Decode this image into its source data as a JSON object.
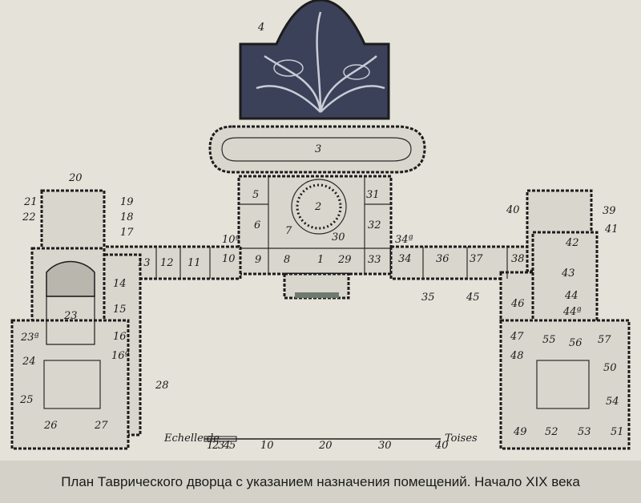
{
  "caption": "План Таврического дворца с указанием назначения помещений. Начало XIX века",
  "room_numbers": {
    "r1": "1",
    "r2": "2",
    "r3": "3",
    "r4": "4",
    "r5": "5",
    "r6": "6",
    "r7": "7",
    "r8": "8",
    "r9": "9",
    "r10": "10",
    "r10a": "10ª",
    "r11": "11",
    "r12": "12",
    "r13": "13",
    "r14": "14",
    "r15": "15",
    "r16": "16",
    "r16a": "16ª",
    "r17": "17",
    "r18": "18",
    "r19": "19",
    "r20": "20",
    "r21": "21",
    "r22": "22",
    "r23": "23",
    "r23a": "23ª",
    "r24": "24",
    "r25": "25",
    "r26": "26",
    "r27": "27",
    "r28": "28",
    "r29": "29",
    "r30": "30",
    "r31": "31",
    "r32": "32",
    "r33": "33",
    "r34": "34",
    "r34a": "34ª",
    "r35": "35",
    "r36": "36",
    "r37": "37",
    "r38": "38",
    "r39": "39",
    "r40": "40",
    "r41": "41",
    "r42": "42",
    "r43": "43",
    "r44": "44",
    "r44a": "44ª",
    "r45": "45",
    "r46": "46",
    "r47": "47",
    "r48": "48",
    "r49": "49",
    "r50": "50",
    "r51": "51",
    "r52": "52",
    "r53": "53",
    "r54": "54",
    "r55": "55",
    "r56": "56",
    "r57": "57"
  },
  "scale": {
    "label": "Echelle de",
    "ticks": [
      "1",
      "2",
      "3",
      "4",
      "5",
      "10",
      "20",
      "30",
      "40"
    ],
    "unit": "Toises"
  }
}
